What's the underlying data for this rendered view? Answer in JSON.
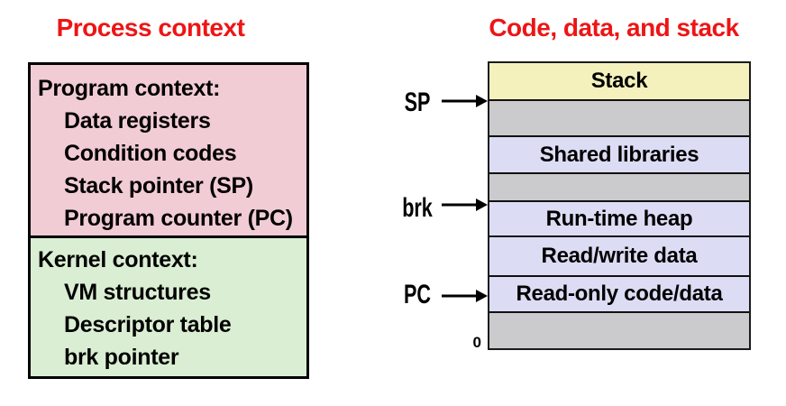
{
  "slide": {
    "left": {
      "title": "Process context",
      "program_context": {
        "header": "Program context:",
        "items": [
          "Data registers",
          "Condition codes",
          "Stack pointer (SP)",
          "Program counter (PC)"
        ]
      },
      "kernel_context": {
        "header": "Kernel context:",
        "items": [
          "VM structures",
          "Descriptor table",
          "brk pointer"
        ]
      }
    },
    "right": {
      "title": "Code, data, and stack",
      "segments": [
        {
          "label": "Stack"
        },
        {
          "label": ""
        },
        {
          "label": "Shared libraries"
        },
        {
          "label": ""
        },
        {
          "label": "Run-time heap"
        },
        {
          "label": "Read/write data"
        },
        {
          "label": "Read-only code/data"
        },
        {
          "label": ""
        }
      ],
      "pointers": [
        {
          "label": "SP"
        },
        {
          "label": "brk"
        },
        {
          "label": "PC"
        }
      ],
      "origin_label": "0"
    },
    "colors": {
      "title_red": "#ed1515",
      "program_context_pink": "#f2ccd4",
      "kernel_context_green": "#daeed3",
      "stack_yellow": "#f5f1bd",
      "unused_gray": "#cbcbce",
      "segment_lavender": "#dcdcf4",
      "border_black": "#000000"
    }
  }
}
